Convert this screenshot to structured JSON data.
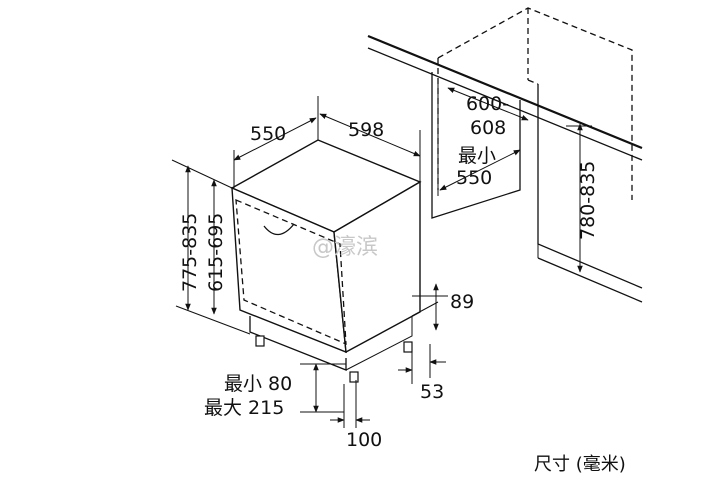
{
  "dimensions": {
    "depth": "550",
    "width": "598",
    "height_total": "775-835",
    "height_door": "615-695",
    "niche_width_1": "600-",
    "niche_width_2": "608",
    "niche_depth_1": "最小",
    "niche_depth_2": "550",
    "niche_height": "780-835",
    "plinth_height": "89",
    "plinth_setback": "53",
    "toe_min": "最小 80",
    "toe_max": "最大 215",
    "foot_depth": "100"
  },
  "unit_label": "尺寸 (毫米)",
  "watermark": "@濠滨"
}
